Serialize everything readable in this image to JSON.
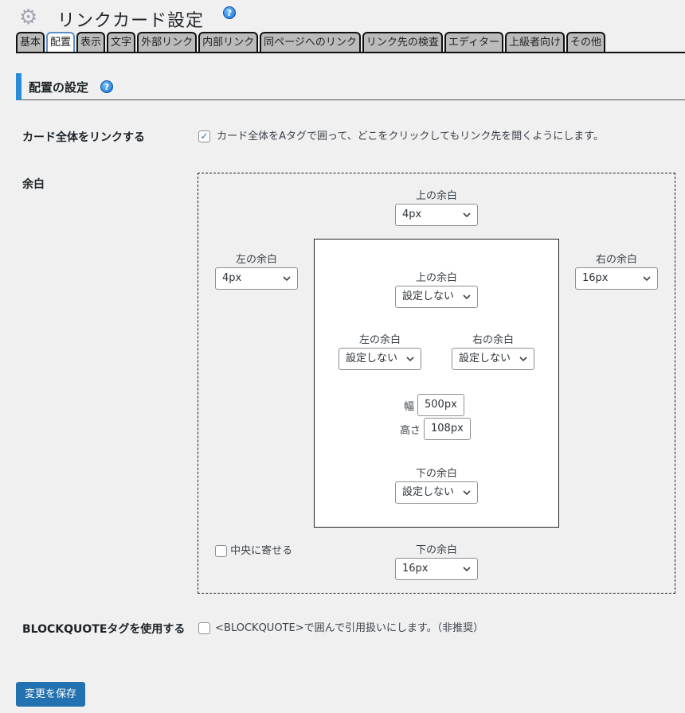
{
  "header": {
    "title": "リンクカード設定",
    "gear_icon": "gear-icon",
    "help_icon": "question-icon"
  },
  "tabs": [
    {
      "label": "基本"
    },
    {
      "label": "配置",
      "active": true
    },
    {
      "label": "表示"
    },
    {
      "label": "文字"
    },
    {
      "label": "外部リンク"
    },
    {
      "label": "内部リンク"
    },
    {
      "label": "同ページへのリンク"
    },
    {
      "label": "リンク先の検査"
    },
    {
      "label": "エディター"
    },
    {
      "label": "上級者向け"
    },
    {
      "label": "その他"
    }
  ],
  "section": {
    "title": "配置の設定"
  },
  "link_whole": {
    "label": "カード全体をリンクする",
    "checked": true,
    "desc": "カード全体をAタグで囲って、どこをクリックしてもリンク先を開くようにします。"
  },
  "margin": {
    "label": "余白",
    "outer_top": {
      "caption": "上の余白",
      "value": "4px"
    },
    "outer_left": {
      "caption": "左の余白",
      "value": "4px"
    },
    "outer_right": {
      "caption": "右の余白",
      "value": "16px"
    },
    "outer_bottom": {
      "caption": "下の余白",
      "value": "16px"
    },
    "inner_top": {
      "caption": "上の余白",
      "value": "設定しない"
    },
    "inner_left": {
      "caption": "左の余白",
      "value": "設定しない"
    },
    "inner_right": {
      "caption": "右の余白",
      "value": "設定しない"
    },
    "inner_bottom": {
      "caption": "下の余白",
      "value": "設定しない"
    },
    "width": {
      "caption": "幅",
      "value": "500px"
    },
    "height": {
      "caption": "高さ",
      "value": "108px"
    },
    "center": {
      "label": "中央に寄せる",
      "checked": false
    }
  },
  "blockquote": {
    "label": "BLOCKQUOTEタグを使用する",
    "checked": false,
    "desc": "<BLOCKQUOTE>で囲んで引用扱いにします。（非推奨）"
  },
  "save_label": "変更を保存",
  "accent": "#2271b1"
}
